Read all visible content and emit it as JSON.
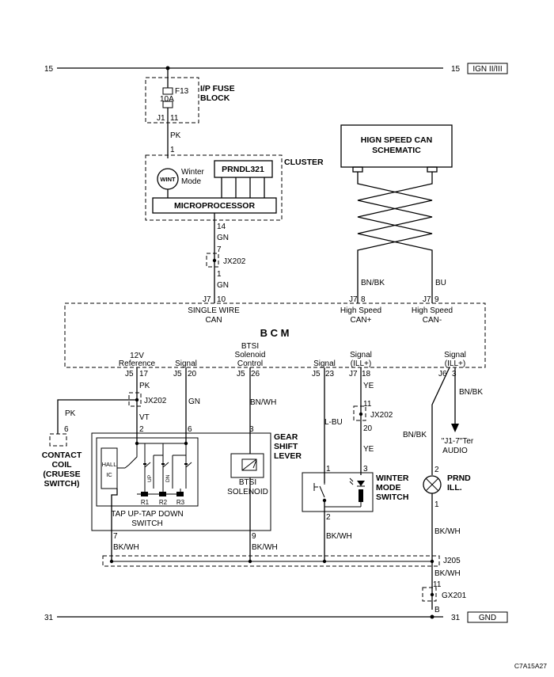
{
  "rails": {
    "top_left_num": "15",
    "top_right_num": "15",
    "top_label": "IGN II/III",
    "bottom_left_num": "31",
    "bottom_right_num": "31",
    "bottom_label": "GND"
  },
  "fuse_block": {
    "name_line1": "I/P FUSE",
    "name_line2": "BLOCK",
    "fuse_id": "F13",
    "rating": "10A",
    "conn": "J1",
    "pin": "11",
    "wire_color": "PK"
  },
  "cluster": {
    "name": "CLUSTER",
    "pin_in": "1",
    "prndl": "PRNDL321",
    "micro": "MICROPROCESSOR",
    "wint": "WINT",
    "winter_line1": "Winter",
    "winter_line2": "Mode",
    "pin_out": "14",
    "wire_out": "GN"
  },
  "can": {
    "schematic_line1": "HIGN SPEED CAN",
    "schematic_line2": "SCHEMATIC",
    "wire_left": "BN/BK",
    "wire_right": "BU",
    "conn_left": "J7",
    "pin_left": "8",
    "conn_right": "J7",
    "pin_right": "9",
    "label_left_1": "High Speed",
    "label_left_2": "CAN+",
    "label_right_1": "High Speed",
    "label_right_2": "CAN-"
  },
  "jx202_top": {
    "name": "JX202",
    "pin_top": "7",
    "pin_bottom": "1",
    "wire": "GN"
  },
  "bcm": {
    "name": "B C M",
    "swc_conn": "J7",
    "swc_pin": "10",
    "swc_label_1": "SINGLE WIRE",
    "swc_label_2": "CAN",
    "p1_label_1": "12V",
    "p1_label_2": "Reference",
    "p1_conn": "J5",
    "p1_pin": "17",
    "p2_label": "Signal",
    "p2_conn": "J5",
    "p2_pin": "20",
    "p3_label_1": "BTSI",
    "p3_label_2": "Solenoid",
    "p3_label_3": "Control",
    "p3_conn": "J5",
    "p3_pin": "26",
    "p4_label": "Signal",
    "p4_conn": "J5",
    "p4_pin": "23",
    "p5_label_1": "Signal",
    "p5_label_2": "(ILL+)",
    "p5_conn": "J7",
    "p5_pin": "18",
    "p6_label_1": "Signal",
    "p6_label_2": "(ILL+)",
    "p6_conn": "J6",
    "p6_pin": "3"
  },
  "wires": {
    "pk": "PK",
    "pk2": "PK",
    "vt": "VT",
    "gn": "GN",
    "bnwh": "BN/WH",
    "lbu": "L-BU",
    "ye1": "YE",
    "ye2": "YE",
    "bnbk_right": "BN/BK",
    "bnbk_left": "BN/BK",
    "bkwh1": "BK/WH",
    "bkwh2": "BK/WH",
    "bkwh3": "BK/WH",
    "bkwh4": "BK/WH",
    "bkwh5": "BK/WH"
  },
  "jx202_mid": {
    "name": "JX202",
    "pin": "6"
  },
  "jx202_right": {
    "name": "JX202",
    "pin_top": "11",
    "pin_bottom": "20"
  },
  "contact_coil": {
    "line1": "CONTACT",
    "line2": "COIL",
    "line3": "(CRUESE",
    "line4": "SWITCH)"
  },
  "gear_shift": {
    "line1": "GEAR",
    "line2": "SHIFT",
    "line3": "LEVER",
    "pin2": "2",
    "pin6": "6",
    "pin3": "3",
    "pin7": "7",
    "pin9": "9",
    "hall1": "HALL",
    "hall2": "IC",
    "up": "UP",
    "dn": "DN",
    "r1": "R1",
    "r2": "R2",
    "r3": "R3",
    "tap1": "TAP UP-TAP DOWN",
    "tap2": "SWITCH",
    "btsi1": "BTSI",
    "btsi2": "SOLENOID"
  },
  "winter_switch": {
    "line1": "WINTER",
    "line2": "MODE",
    "line3": "SWITCH",
    "pin1": "1",
    "pin2": "2",
    "pin3": "3"
  },
  "audio": {
    "line1": "\"J1-7\"Ter",
    "line2": "AUDIO"
  },
  "prnd": {
    "line1": "PRND",
    "line2": "ILL.",
    "pin2": "2",
    "pin1": "1"
  },
  "j205": {
    "name": "J205"
  },
  "gx201": {
    "name": "GX201",
    "pin": "11",
    "pin_b": "B"
  },
  "footer": {
    "code": "C7A15A27"
  }
}
